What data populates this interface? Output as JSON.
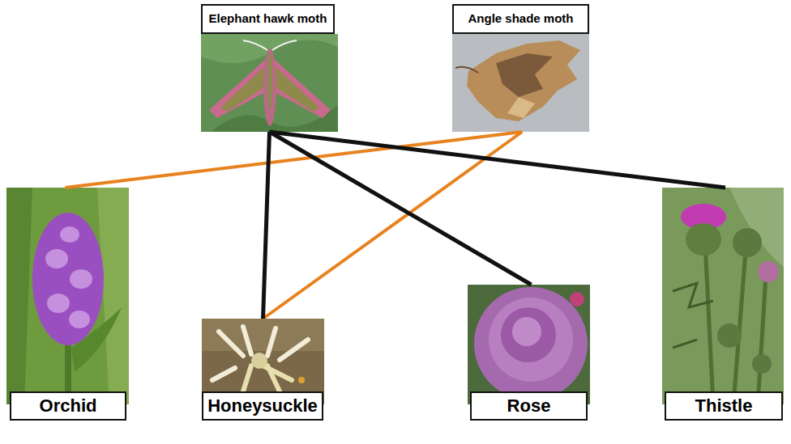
{
  "diagram": {
    "nodes": [
      {
        "text": [
          "Elephant hawk moth"
        ]
      },
      {
        "text": [
          "Angle shade moth"
        ]
      },
      {
        "text": [
          "Orchid"
        ]
      },
      {
        "text": [
          "Honeysuckle"
        ]
      },
      {
        "text": [
          "Rose"
        ]
      },
      {
        "text": [
          "Thistle"
        ]
      }
    ],
    "edges": [
      {
        "from": 1,
        "to": 2,
        "arrow": "none"
      },
      {
        "from": 1,
        "to": 3,
        "arrow": "none"
      },
      {
        "from": 0,
        "to": 3,
        "arrow": "none"
      },
      {
        "from": 0,
        "to": 4,
        "arrow": "none"
      },
      {
        "from": 0,
        "to": 5,
        "arrow": "none"
      }
    ]
  }
}
